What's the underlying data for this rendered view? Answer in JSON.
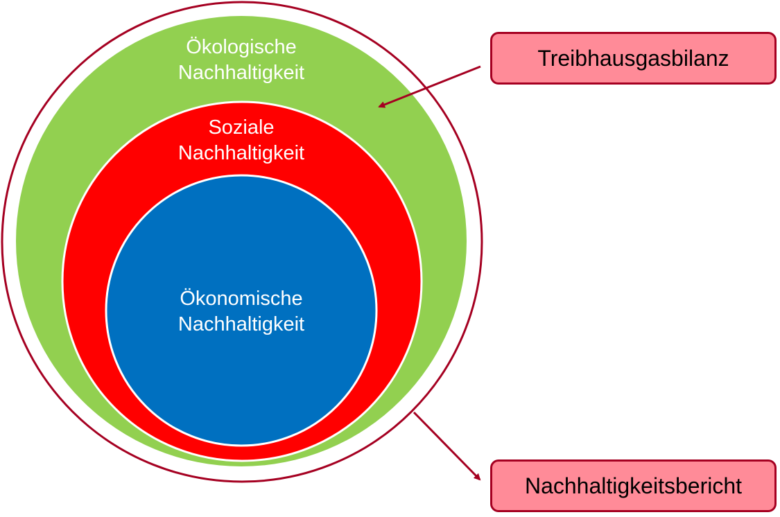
{
  "circles": {
    "outer_ring_color": "#A50021",
    "ecological": {
      "line1": "Ökologische",
      "line2": "Nachhaltigkeit",
      "color": "#92D050"
    },
    "social": {
      "line1": "Soziale",
      "line2": "Nachhaltigkeit",
      "color": "#FF0000"
    },
    "economic": {
      "line1": "Ökonomische",
      "line2": "Nachhaltigkeit",
      "color": "#0070C0"
    }
  },
  "boxes": {
    "ghg": "Treibhausgasbilanz",
    "report": "Nachhaltigkeitsbericht",
    "fill": "#FF8B98",
    "border": "#A50021"
  }
}
